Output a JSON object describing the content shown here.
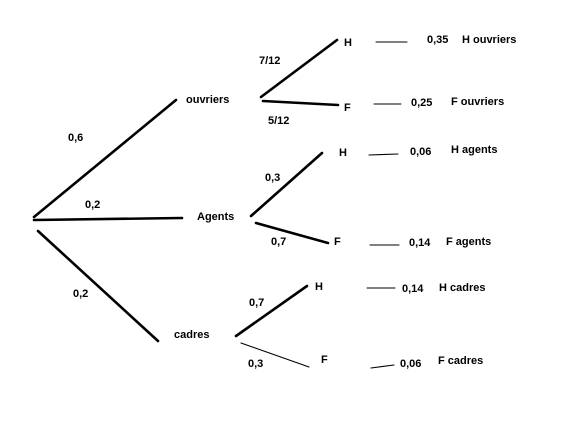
{
  "tree": {
    "branches": [
      {
        "name": "ouvriers",
        "prob": "0,6",
        "children": [
          {
            "name": "H",
            "prob": "7/12",
            "joint": "0,35",
            "result": "H ouvriers"
          },
          {
            "name": "F",
            "prob": "5/12",
            "joint": "0,25",
            "result": "F ouvriers"
          }
        ]
      },
      {
        "name": "Agents",
        "prob": "0,2",
        "children": [
          {
            "name": "H",
            "prob": "0,3",
            "joint": "0,06",
            "result": "H agents"
          },
          {
            "name": "F",
            "prob": "0,7",
            "joint": "0,14",
            "result": "F agents"
          }
        ]
      },
      {
        "name": "cadres",
        "prob": "0,2",
        "children": [
          {
            "name": "H",
            "prob": "0,7",
            "joint": "0,14",
            "result": "H cadres"
          },
          {
            "name": "F",
            "prob": "0,3",
            "joint": "0,06",
            "result": "F cadres"
          }
        ]
      }
    ]
  }
}
